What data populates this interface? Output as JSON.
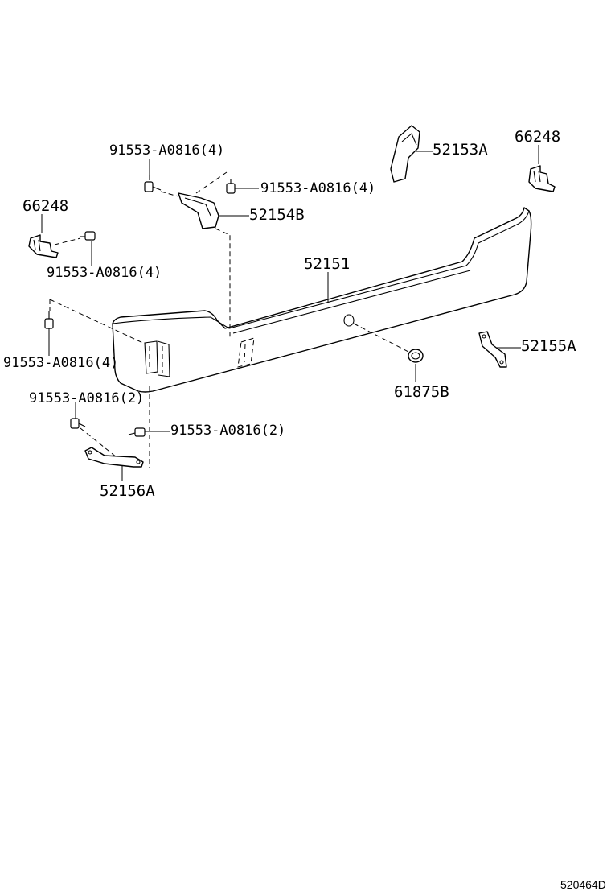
{
  "diagram": {
    "part_labels": {
      "bumper_cover": "52151",
      "upper_right_retainer": "52153A",
      "upper_left_retainer": "52154B",
      "right_side_bracket": "52155A",
      "lower_left_bracket": "52156A",
      "hole_plug": "61875B",
      "clip_left": "66248",
      "clip_right": "66248"
    },
    "fastener_labels": {
      "screw_a": "91553-A0816(4)",
      "screw_b": "91553-A0816(4)",
      "screw_c": "91553-A0816(4)",
      "screw_d": "91553-A0816(4)",
      "screw_e": "91553-A0816(2)",
      "screw_f": "91553-A0816(2)"
    },
    "reference_code": "520464D"
  }
}
